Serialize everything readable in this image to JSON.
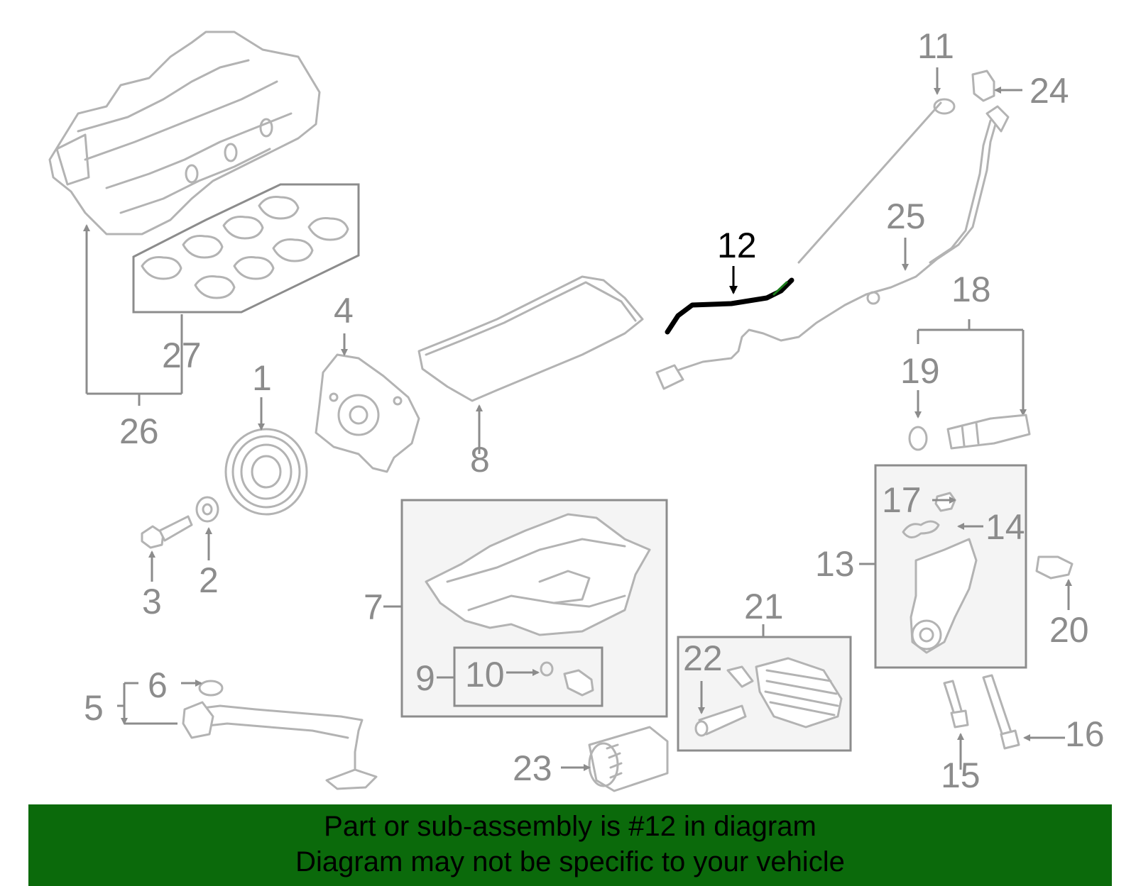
{
  "diagram": {
    "callouts": [
      "1",
      "2",
      "3",
      "4",
      "5",
      "6",
      "7",
      "8",
      "9",
      "10",
      "11",
      "12",
      "13",
      "14",
      "15",
      "16",
      "17",
      "18",
      "19",
      "20",
      "21",
      "22",
      "23",
      "24",
      "25",
      "26",
      "27"
    ],
    "highlighted_callout": "12",
    "colors": {
      "banner": "#0b6a0b",
      "highlight": "#000000",
      "highlight_accent": "#1a7a1a",
      "part_line": "#b3b3b3",
      "callout_gray": "#8c8c8c"
    }
  },
  "banner": {
    "line1": "Part or sub-assembly is #12 in diagram",
    "line2": "Diagram may not be specific to your vehicle"
  }
}
